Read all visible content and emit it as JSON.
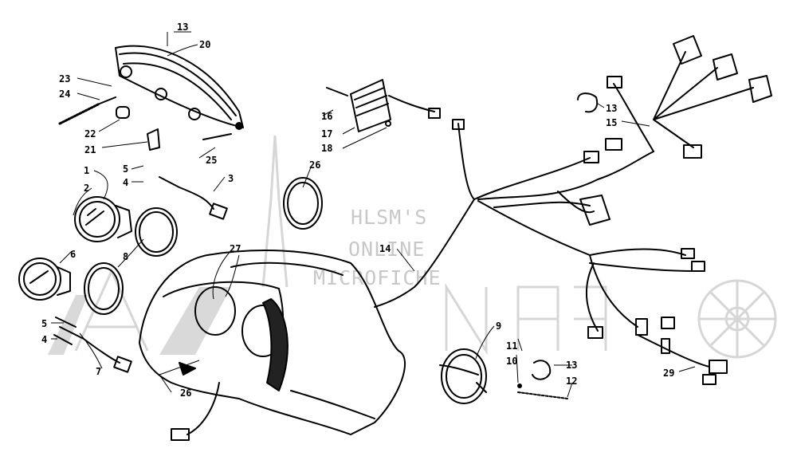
{
  "watermark": {
    "line1": "HLSM'S",
    "line2": "ONLINE",
    "line3": "MICROFICHE",
    "color": "#c8c8c8"
  },
  "callouts": {
    "c13_top": "13",
    "c20": "20",
    "c23": "23",
    "c24": "24",
    "c22": "22",
    "c21": "21",
    "c25": "25",
    "c5_a": "5",
    "c4_a": "4",
    "c3": "3",
    "c1": "1",
    "c2": "2",
    "c6": "6",
    "c8": "8",
    "c27": "27",
    "c5_b": "5",
    "c4_b": "4",
    "c7": "7",
    "c26_bottom": "26",
    "c26_top": "26",
    "c16": "16",
    "c17": "17",
    "c18": "18",
    "c14": "14",
    "c13_right": "13",
    "c15": "15",
    "c9": "9",
    "c11": "11",
    "c10": "10",
    "c13_bottom": "13",
    "c12": "12",
    "c29": "29"
  },
  "icons": {
    "light": "headlight-icon",
    "speedo": "speedometer-icon",
    "tach": "tachometer-icon",
    "regulator": "voltage-regulator-icon",
    "harness": "wiring-harness-icon",
    "hood": "hood-icon"
  }
}
